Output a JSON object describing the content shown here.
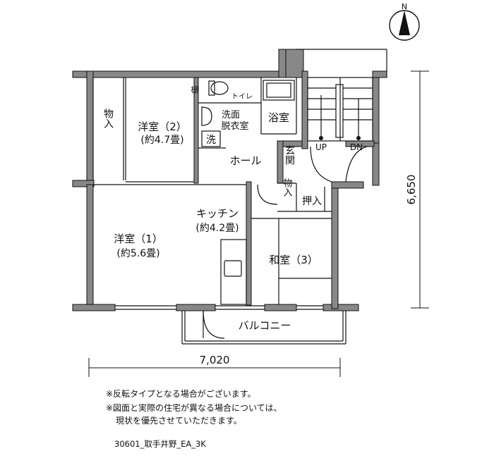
{
  "rooms": {
    "closet_left": "物入",
    "western_2": "洋室（2）",
    "western_2_size": "(約4.7畳)",
    "shelf": "棚",
    "toilet": "トイレ",
    "washroom_1": "洗面",
    "washroom_2": "脱衣室",
    "washer": "洗",
    "bath": "浴室",
    "hall": "ホール",
    "entrance": "玄関",
    "storage_small": "物入",
    "oshiire": "押入",
    "kitchen": "キッチン",
    "kitchen_size": "(約4.2畳)",
    "western_1": "洋室（1）",
    "western_1_size": "(約5.6畳)",
    "japanese_3": "和室（3）",
    "balcony": "バルコニー",
    "stairs_up": "UP",
    "stairs_down": "DN"
  },
  "compass": {
    "label": "N"
  },
  "dimensions": {
    "width": "7,020",
    "height": "6,650"
  },
  "notes": {
    "line1": "※反転タイプとなる場合がございます。",
    "line2": "※図面と実際の住宅が異なる場合については、",
    "line3": "現状を優先させていただきます。"
  },
  "plan_code": "30601_取手井野_EA_3K"
}
